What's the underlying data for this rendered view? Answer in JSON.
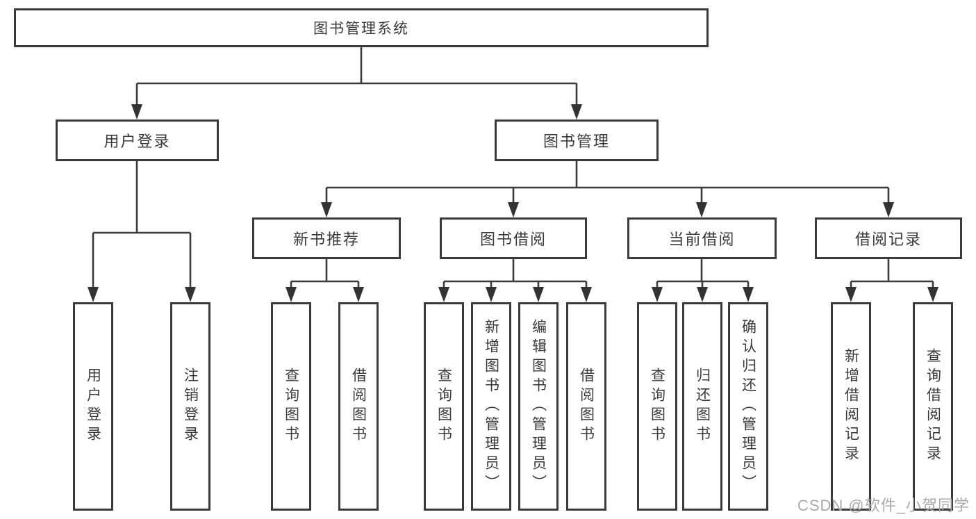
{
  "diagram": {
    "root": {
      "label": "图书管理系统",
      "children": [
        {
          "label": "用户登录",
          "children": [
            {
              "label": "用户登录"
            },
            {
              "label": "注销登录"
            }
          ]
        },
        {
          "label": "图书管理",
          "children": [
            {
              "label": "新书推荐",
              "children": [
                {
                  "label": "查询图书"
                },
                {
                  "label": "借阅图书"
                }
              ]
            },
            {
              "label": "图书借阅",
              "children": [
                {
                  "label": "查询图书"
                },
                {
                  "label": "新增图书（管理员）"
                },
                {
                  "label": "编辑图书（管理员）"
                },
                {
                  "label": "借阅图书"
                }
              ]
            },
            {
              "label": "当前借阅",
              "children": [
                {
                  "label": "查询图书"
                },
                {
                  "label": "归还图书"
                },
                {
                  "label": "确认归还（管理员）"
                }
              ]
            },
            {
              "label": "借阅记录",
              "children": [
                {
                  "label": "新增借阅记录"
                },
                {
                  "label": "查询借阅记录"
                }
              ]
            }
          ]
        }
      ]
    },
    "line_color": "#3b3b3b"
  },
  "watermark": {
    "text": "CSDN @软件_小贺同学"
  }
}
